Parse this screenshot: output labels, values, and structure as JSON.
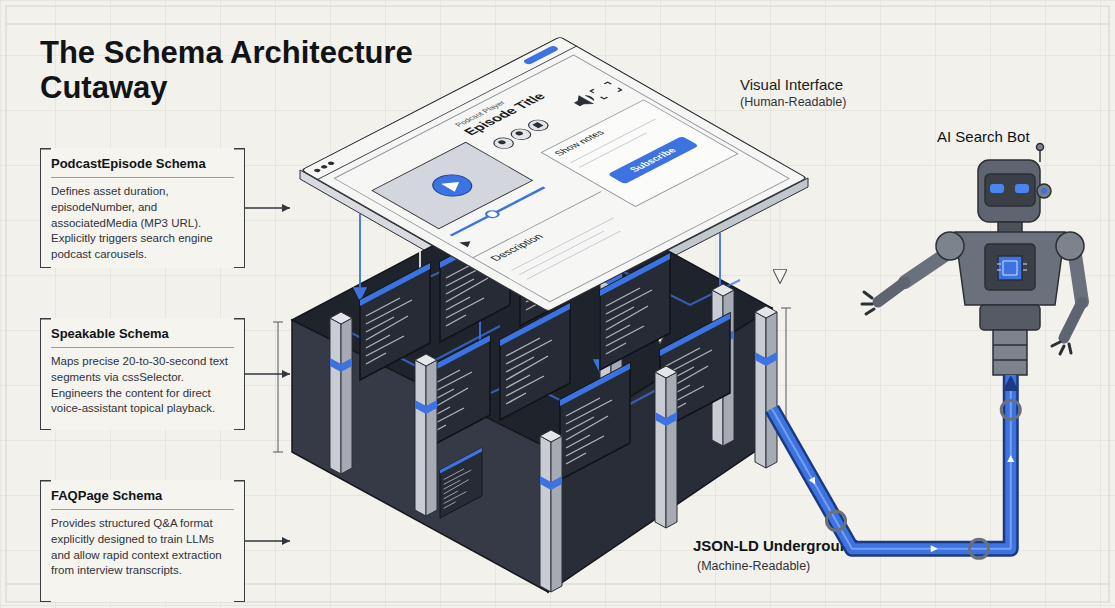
{
  "diagram": {
    "title": "The Schema Architecture Cutaway",
    "nodes": [
      {
        "text": [
          "PodcastEpisode Schema",
          "Defines asset duration, episodeNumber, and associatedMedia (MP3 URL). Explicitly triggers search engine podcast carousels."
        ]
      },
      {
        "text": [
          "Speakable Schema",
          "Maps precise 20-to-30-second text segments via cssSelector. Engineers the content for direct voice-assistant topical playback."
        ]
      },
      {
        "text": [
          "FAQPage Schema",
          "Provides structured Q&A format explicitly designed to train LLMs and allow rapid context extraction from interview transcripts."
        ]
      },
      {
        "text": [
          "JSON-LD Underground",
          "(Machine-Readable)"
        ]
      },
      {
        "text": [
          "AI Search Bot"
        ]
      }
    ],
    "edges": [
      {
        "from": 0,
        "to": 3,
        "arrow": "to"
      },
      {
        "from": 1,
        "to": 3,
        "arrow": "to"
      },
      {
        "from": 2,
        "to": 3,
        "arrow": "to"
      },
      {
        "from": 3,
        "to": 4,
        "arrow": "to"
      }
    ],
    "labels": [
      "Visual Interface",
      "(Human-Readable)",
      "Podcast Player",
      "Episode Title",
      "Show notes",
      "Subscribe",
      "Description"
    ]
  }
}
